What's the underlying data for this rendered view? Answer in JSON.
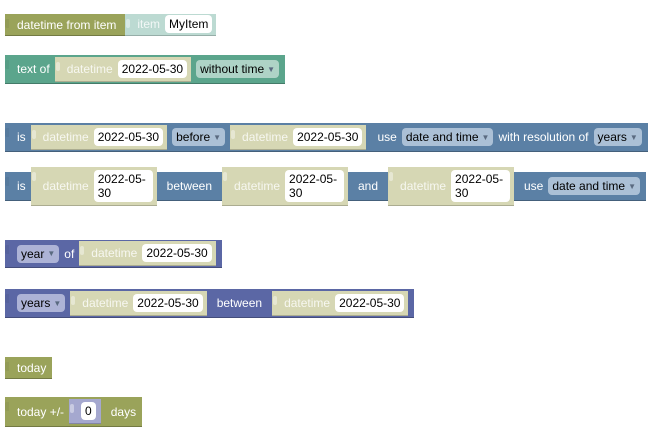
{
  "colors": {
    "date_block": "#9aa35a",
    "text_block": "#5ba58c",
    "compare_block": "#5b80a5",
    "extract_block": "#5b67a5",
    "item_block": "#bcdad2",
    "datetime_block": "#d6d7b4",
    "number_block": "#a5a8cf"
  },
  "blocks": {
    "datetime_from_item": {
      "label": "datetime from item",
      "item_label": "item",
      "item_value": "MyItem"
    },
    "text_of": {
      "label": "text of",
      "dt_label": "datetime",
      "dt_value": "2022-05-30",
      "format": "without time"
    },
    "is_before": {
      "is": "is",
      "dt_label": "datetime",
      "dt1": "2022-05-30",
      "op": "before",
      "dt2": "2022-05-30",
      "use": "use",
      "mode": "date and time",
      "res_label": "with resolution of",
      "resolution": "years"
    },
    "is_between": {
      "is": "is",
      "dt_label": "datetime",
      "dt1": "2022-05-30",
      "between": "between",
      "dt2": "2022-05-30",
      "and": "and",
      "dt3": "2022-05-30",
      "use": "use",
      "mode": "date and time"
    },
    "year_of": {
      "unit": "year",
      "of": "of",
      "dt_label": "datetime",
      "dt": "2022-05-30"
    },
    "years_between": {
      "unit": "years",
      "dt_label": "datetime",
      "dt1": "2022-05-30",
      "between": "between",
      "dt2": "2022-05-30"
    },
    "today": {
      "label": "today"
    },
    "today_offset": {
      "label": "today +/-",
      "value": "0",
      "days": "days"
    }
  }
}
